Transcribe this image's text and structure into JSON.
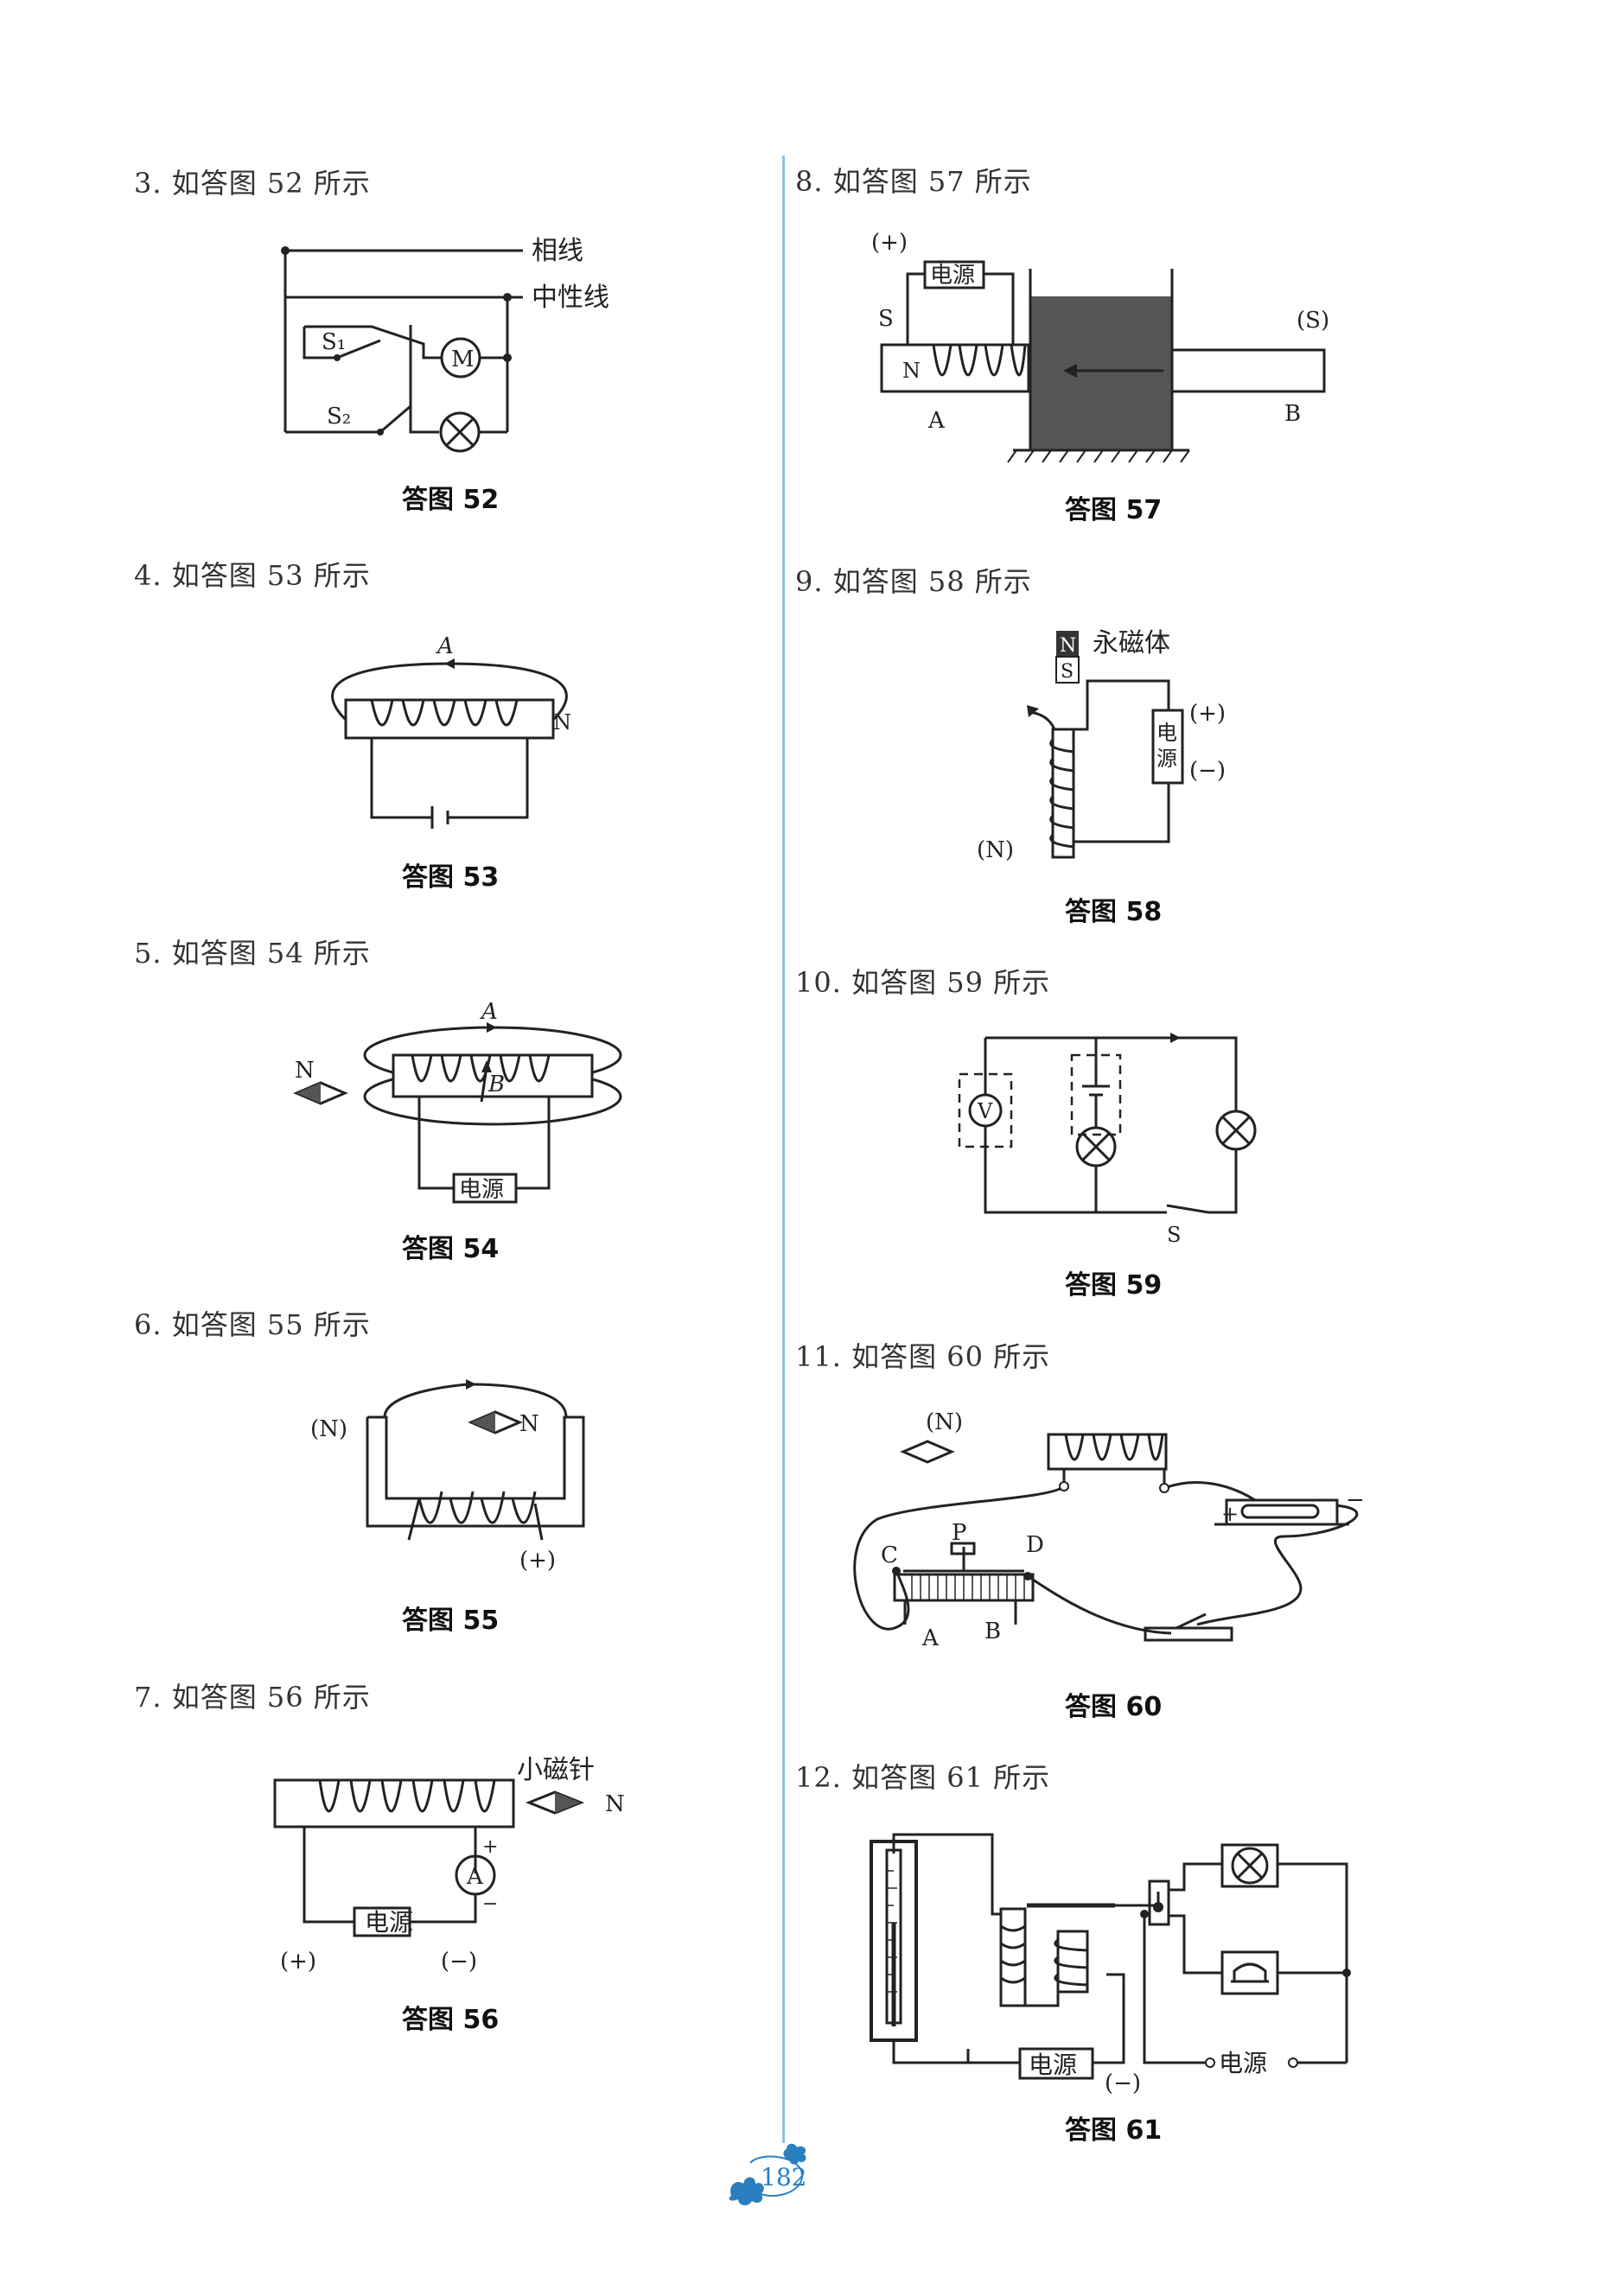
{
  "left_column": {
    "q3": {
      "heading": "3. 如答图 52 所示",
      "caption": "答图 52",
      "label_live": "相线",
      "label_neutral": "中性线",
      "label_s1": "S₁",
      "label_s2": "S₂",
      "label_motor": "M"
    },
    "q4": {
      "heading": "4. 如答图 53 所示",
      "caption": "答图 53",
      "label_a": "A",
      "label_n": "N"
    },
    "q5": {
      "heading": "5. 如答图 54 所示",
      "caption": "答图 54",
      "label_a": "A",
      "label_b": "B",
      "label_n": "N",
      "label_power": "电源"
    },
    "q6": {
      "heading": "6. 如答图 55 所示",
      "caption": "答图 55",
      "label_n_paren": "(N)",
      "label_n": "N",
      "label_plus": "(+)"
    },
    "q7": {
      "heading": "7. 如答图 56 所示",
      "caption": "答图 56",
      "label_needle": "小磁针",
      "label_n": "N",
      "label_ammeter": "A",
      "label_plus_sign": "+",
      "label_minus_sign": "−",
      "label_power": "电源",
      "label_plus": "(+)",
      "label_minus": "(−)"
    }
  },
  "right_column": {
    "q8": {
      "heading": "8. 如答图 57 所示",
      "caption": "答图 57",
      "label_plus": "(+)",
      "label_power": "电源",
      "label_s": "S",
      "label_n": "N",
      "label_s_paren": "(S)",
      "label_a": "A",
      "label_b": "B"
    },
    "q9": {
      "heading": "9. 如答图 58 所示",
      "caption": "答图 58",
      "label_magnet": "永磁体",
      "label_n": "N",
      "label_s": "S",
      "label_power_1": "电",
      "label_power_2": "源",
      "label_plus": "(+)",
      "label_minus": "(−)",
      "label_n_paren": "(N)"
    },
    "q10": {
      "heading": "10. 如答图 59 所示",
      "caption": "答图 59",
      "label_v": "V",
      "label_s": "S"
    },
    "q11": {
      "heading": "11. 如答图 60 所示",
      "caption": "答图 60",
      "label_n_paren": "(N)",
      "label_c": "C",
      "label_p": "P",
      "label_d": "D",
      "label_a": "A",
      "label_b": "B",
      "label_plus": "+",
      "label_minus": "−"
    },
    "q12": {
      "heading": "12. 如答图 61 所示",
      "caption": "答图 61",
      "label_power_left": "电源",
      "label_power_right": "电源",
      "label_minus": "(−)"
    }
  },
  "page_number": "182",
  "colors": {
    "divider": "#8cc3e6",
    "page_number_ornament": "#2a7fc0",
    "shade": "#555555"
  }
}
